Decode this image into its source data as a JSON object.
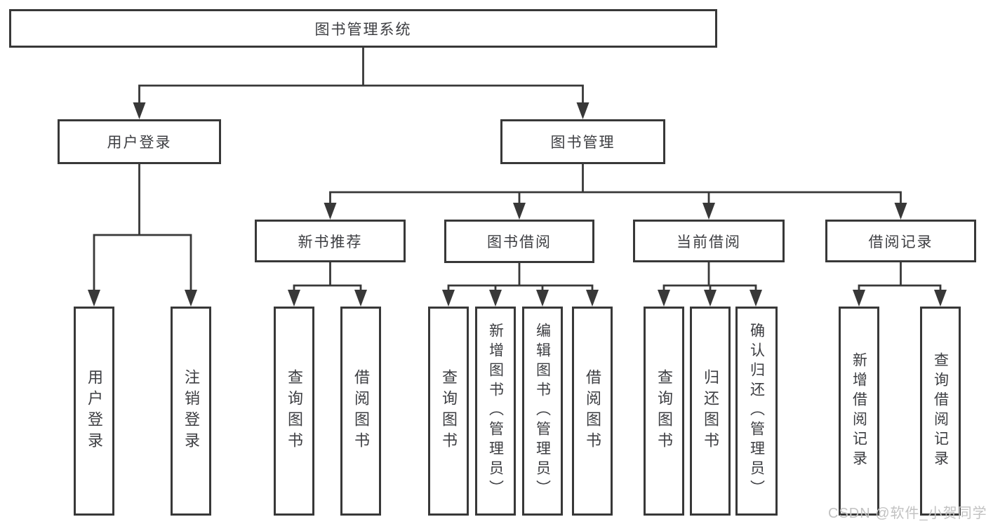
{
  "tree": {
    "root": {
      "label": "图书管理系统"
    },
    "level1": [
      {
        "label": "用户登录",
        "parent": "图书管理系统"
      },
      {
        "label": "图书管理",
        "parent": "图书管理系统"
      }
    ],
    "level2": [
      {
        "label": "新书推荐",
        "parent": "图书管理"
      },
      {
        "label": "图书借阅",
        "parent": "图书管理"
      },
      {
        "label": "当前借阅",
        "parent": "图书管理"
      },
      {
        "label": "借阅记录",
        "parent": "图书管理"
      }
    ],
    "leaves": [
      {
        "label": "用户登录",
        "parent": "用户登录"
      },
      {
        "label": "注销登录",
        "parent": "用户登录"
      },
      {
        "label": "查询图书",
        "parent": "新书推荐"
      },
      {
        "label": "借阅图书",
        "parent": "新书推荐"
      },
      {
        "label": "查询图书",
        "parent": "图书借阅"
      },
      {
        "label": "新增图书（管理员）",
        "parent": "图书借阅"
      },
      {
        "label": "编辑图书（管理员）",
        "parent": "图书借阅"
      },
      {
        "label": "借阅图书",
        "parent": "图书借阅"
      },
      {
        "label": "查询图书",
        "parent": "当前借阅"
      },
      {
        "label": "归还图书",
        "parent": "当前借阅"
      },
      {
        "label": "确认归还（管理员）",
        "parent": "当前借阅"
      },
      {
        "label": "新增借阅记录",
        "parent": "借阅记录"
      },
      {
        "label": "查询借阅记录",
        "parent": "借阅记录"
      }
    ]
  },
  "watermark": {
    "text": "CSDN @软件_小贺同学"
  },
  "colors": {
    "line": "#383838",
    "text": "#3d3e42",
    "watermark": "#c2c2c2",
    "background": "#ffffff"
  }
}
